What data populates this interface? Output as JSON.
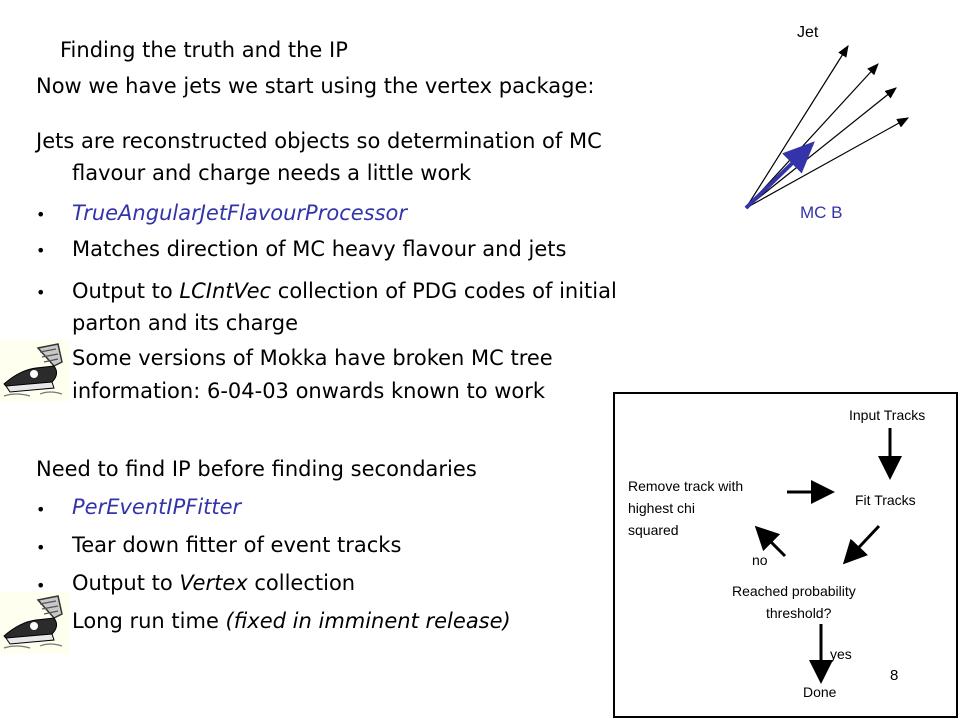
{
  "slide": {
    "title": "Finding the truth and the IP",
    "intro": "Now we have jets we start using the vertex package:",
    "para1_line1": "Jets are reconstructed objects so determination of MC",
    "para1_line2": "flavour and charge needs a little work",
    "bullets1": [
      {
        "text": "TrueAngularJetFlavourProcessor"
      },
      {
        "text": "Matches direction of MC heavy flavour and jets"
      },
      {
        "pre": "Output to ",
        "em": "LCIntVec",
        "post": " collection of PDG codes of initial",
        "line2": "parton and its charge"
      }
    ],
    "warning1_line1": "Some versions of Mokka have broken MC tree",
    "warning1_line2": "information: 6-04-03 onwards known to work",
    "para2": "Need to find IP before finding secondaries",
    "bullets2": [
      {
        "text": "PerEventIPFitter"
      },
      {
        "text": "Tear down fitter of event tracks"
      },
      {
        "pre": "Output to ",
        "em": "Vertex",
        "post": " collection"
      }
    ],
    "warning2_pre": "Long run time ",
    "warning2_em": "(fixed in imminent release)",
    "page_number": "8"
  },
  "jet_diagram": {
    "jet_label": "Jet",
    "mc_label": "MC B"
  },
  "flowchart": {
    "input_tracks": "Input Tracks",
    "fit_tracks": "Fit Tracks",
    "remove_line1": "Remove track with",
    "remove_line2": "highest chi",
    "remove_line3": "squared",
    "no": "no",
    "reached_line1": "Reached probability",
    "reached_line2": "threshold?",
    "yes": "yes",
    "done": "Done"
  },
  "colors": {
    "accent": "#3333aa",
    "text": "#000000"
  },
  "icons": [
    "sneaker-warning-icon",
    "sneaker-warning-icon"
  ]
}
